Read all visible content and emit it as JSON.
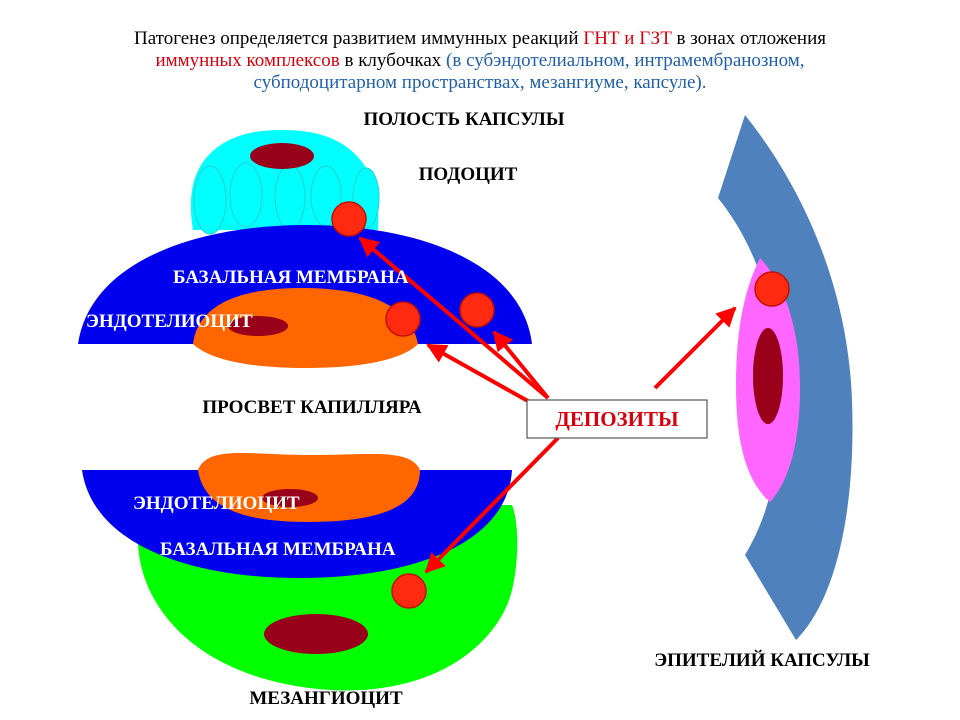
{
  "header": {
    "line1_part1": "Патогенез определяется развитием иммунных реакций ",
    "line1_red": "ГНТ и ГЗТ",
    "line1_part2": " в зонах отложения",
    "line2_red": "иммунных комплексов",
    "line2_black": " в клубочках ",
    "line2_blue": "(в субэндотелиальном,  интрамембранозном,",
    "line3_blue": "субподоцитарном  пространствах, мезангиуме, капсуле)."
  },
  "labels": {
    "capsule_cavity": "ПОЛОСТЬ КАПСУЛЫ",
    "podocyte": "ПОДОЦИТ",
    "basal_membrane_top": "БАЗАЛЬНАЯ МЕМБРАНА",
    "endothelium_top": "ЭНДОТЕЛИОЦИТ",
    "capillary_lumen": "ПРОСВЕТ КАПИЛЛЯРА",
    "deposits": "ДЕПОЗИТЫ",
    "endothelium_bottom": "ЭНДОТЕЛИОЦИТ",
    "basal_membrane_bottom": "БАЗАЛЬНАЯ МЕМБРАНА",
    "capsule_epithelium": "ЭПИТЕЛИЙ КАПСУЛЫ",
    "mesangiocyte": "МЕЗАНГИОЦИТ"
  },
  "colors": {
    "podocyte": "#00ffff",
    "nucleus": "#99001a",
    "basal_membrane": "#0000ee",
    "endothelium": "#ff6600",
    "deposit": "#ff2a10",
    "arrow": "#ff0000",
    "mesangium": "#00ff00",
    "capsule": "#4f81bd",
    "capsule_cell": "#ff66ff"
  }
}
